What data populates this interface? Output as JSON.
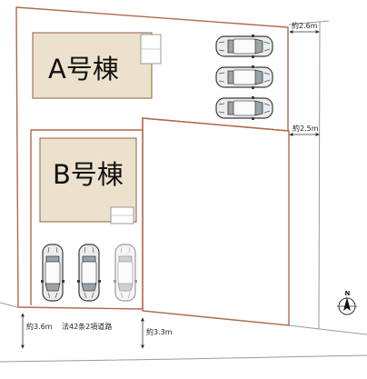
{
  "buildings": {
    "a": {
      "label": "A号棟"
    },
    "b": {
      "label": "B号棟"
    }
  },
  "dimensions": {
    "right_top": "約2.6m",
    "right_mid": "約2.5m",
    "road_left": "約3.6m",
    "road_mid": "約3.3m"
  },
  "road": {
    "label": "法42条2項道路"
  },
  "compass": {
    "letter": "N",
    "icon": "north-arrow-icon"
  },
  "parking": {
    "icon": "car-icon"
  },
  "colors": {
    "lot_green_dark": "#8fcf86",
    "lot_green_light": "#dcf1d6",
    "building_fill": "#ece1cc",
    "plot_white": "#ffffff"
  }
}
